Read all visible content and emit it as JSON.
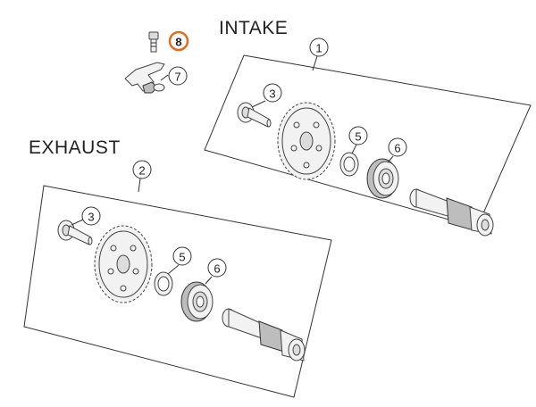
{
  "headings": {
    "intake": "INTAKE",
    "exhaust": "EXHAUST"
  },
  "callouts": {
    "c8": "8",
    "c7": "7",
    "c1": "1",
    "c3_intake": "3",
    "c5_intake": "5",
    "c6_intake": "6",
    "c2": "2",
    "c3_exhaust": "3",
    "c5_exhaust": "5",
    "c6_exhaust": "6"
  },
  "colors": {
    "highlight": "#e36c1f",
    "line": "#333333"
  }
}
